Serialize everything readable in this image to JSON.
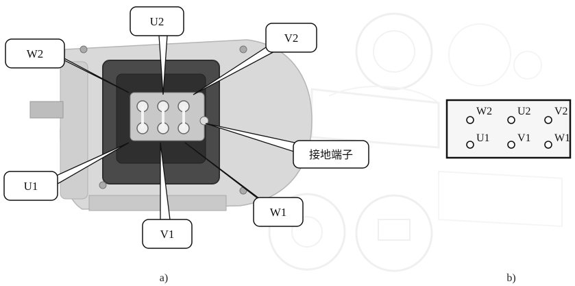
{
  "figure_a": {
    "caption": "a)",
    "callouts": {
      "u2": "U2",
      "w2": "W2",
      "v2": "V2",
      "ground": "接地端子",
      "u1": "U1",
      "w1": "W1",
      "v1": "V1"
    }
  },
  "figure_b": {
    "caption": "b)",
    "terminals_top": [
      "W2",
      "U2",
      "V2"
    ],
    "terminals_bottom": [
      "U1",
      "V1",
      "W1"
    ]
  },
  "colors": {
    "outline": "#111111",
    "motor_body": "#d9d9d9",
    "box_dark": "#3a3a3a",
    "terminal_block": "#c8c8c8",
    "background_faint": "#ebebeb"
  }
}
